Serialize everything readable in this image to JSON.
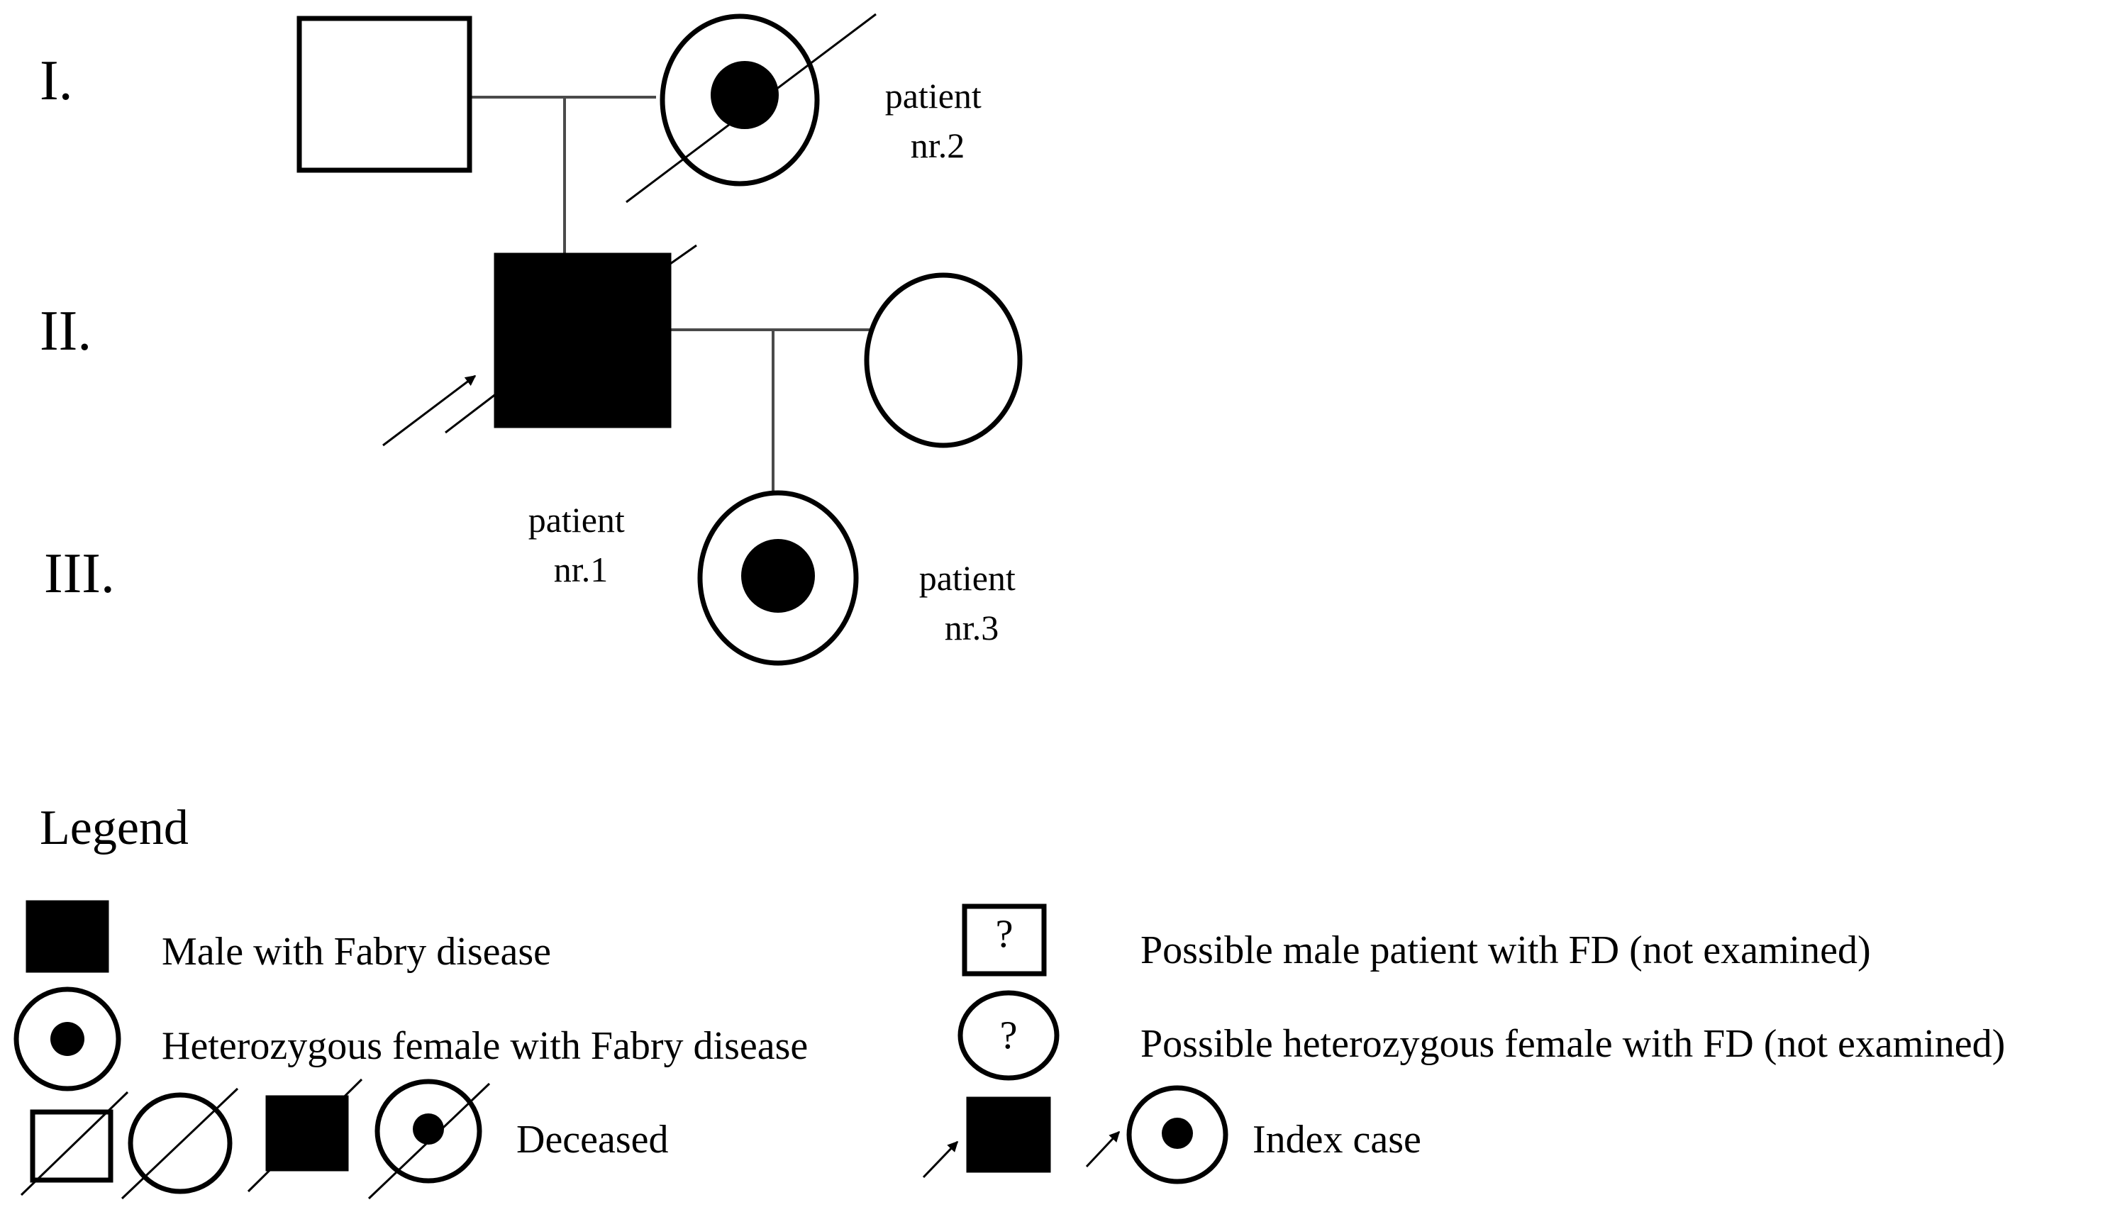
{
  "generations": [
    "I.",
    "II.",
    "III."
  ],
  "patients": {
    "p1": [
      "patient",
      "nr.1"
    ],
    "p2": [
      "patient",
      "nr.2"
    ],
    "p3": [
      "patient",
      "nr.3"
    ]
  },
  "legend": {
    "title": "Legend",
    "items": {
      "male_fd": "Male with Fabry disease",
      "female_het": "Heterozygous female with Fabry disease",
      "deceased": "Deceased",
      "possible_male": "Possible male patient with FD (not examined)",
      "possible_female": "Possible heterozygous female with FD (not examined)",
      "index_case": "Index case"
    },
    "question_mark": "?"
  }
}
